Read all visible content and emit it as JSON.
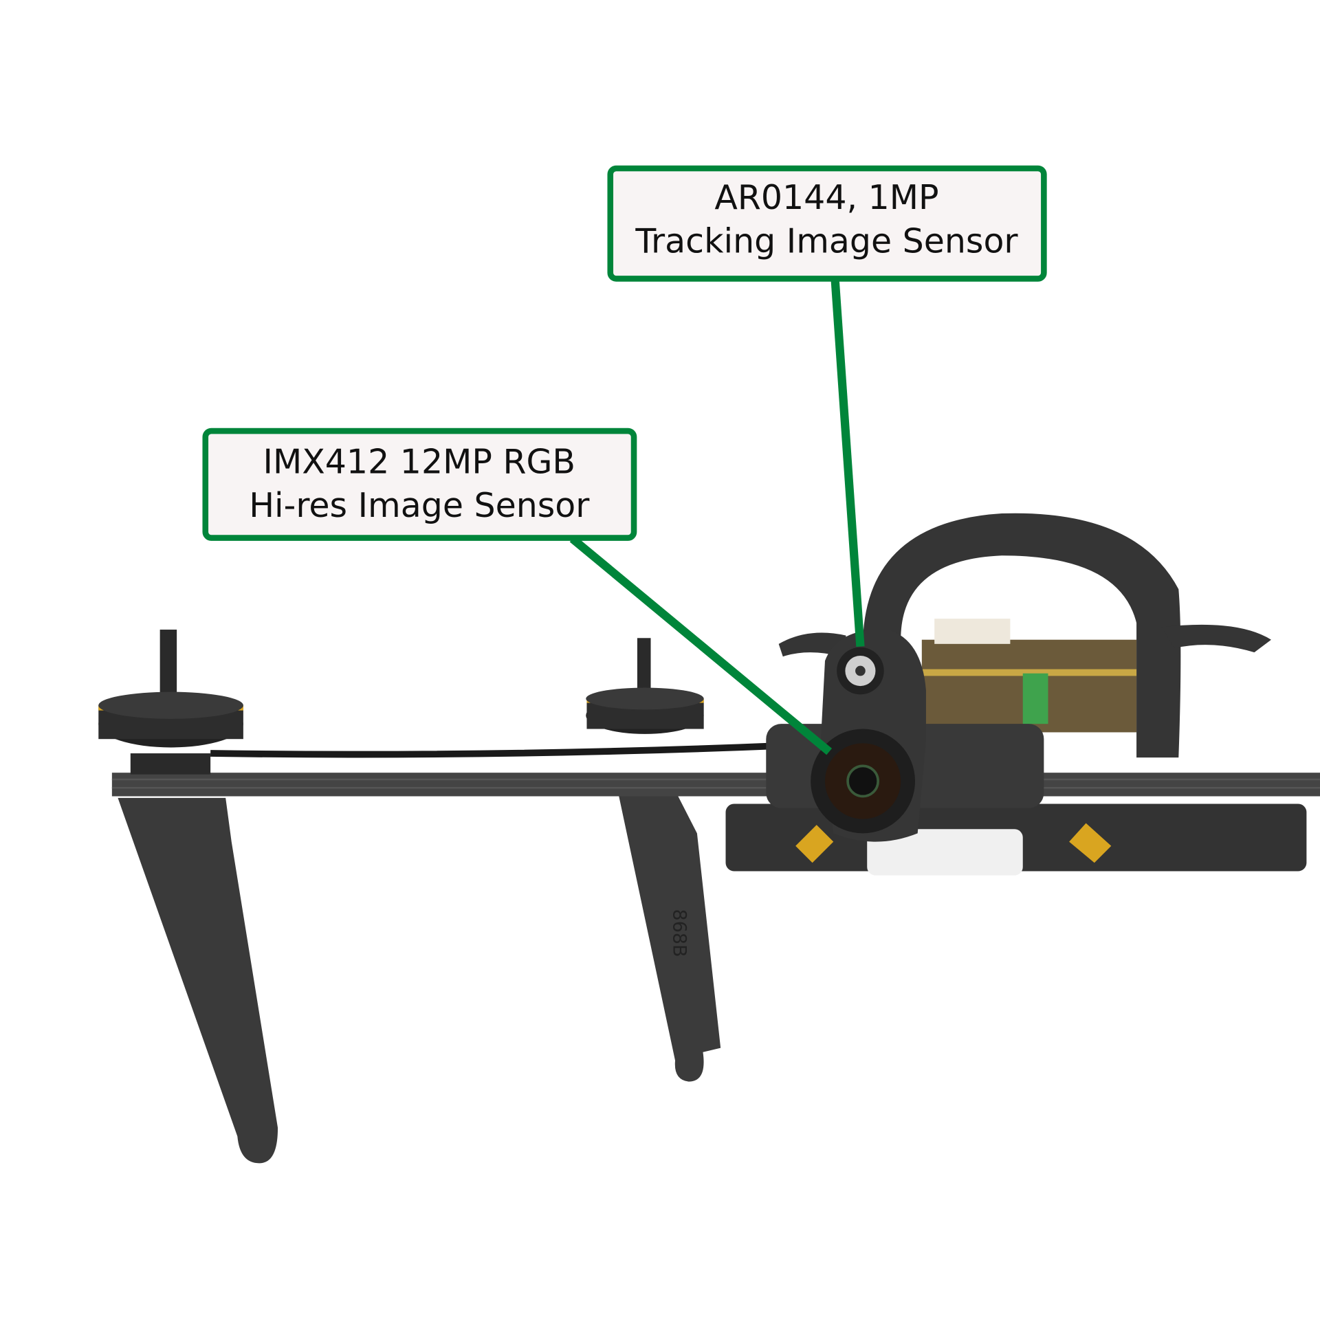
{
  "callouts": [
    {
      "line1": "AR0144, 1MP",
      "line2": "Tracking Image Sensor"
    },
    {
      "line1": "IMX412 12MP RGB",
      "line2": "Hi-res Image Sensor"
    }
  ],
  "leg_marking": "868B",
  "colors": {
    "callout_border": "#00853a",
    "callout_fill": "#f8f4f4",
    "frame": "#333333"
  }
}
